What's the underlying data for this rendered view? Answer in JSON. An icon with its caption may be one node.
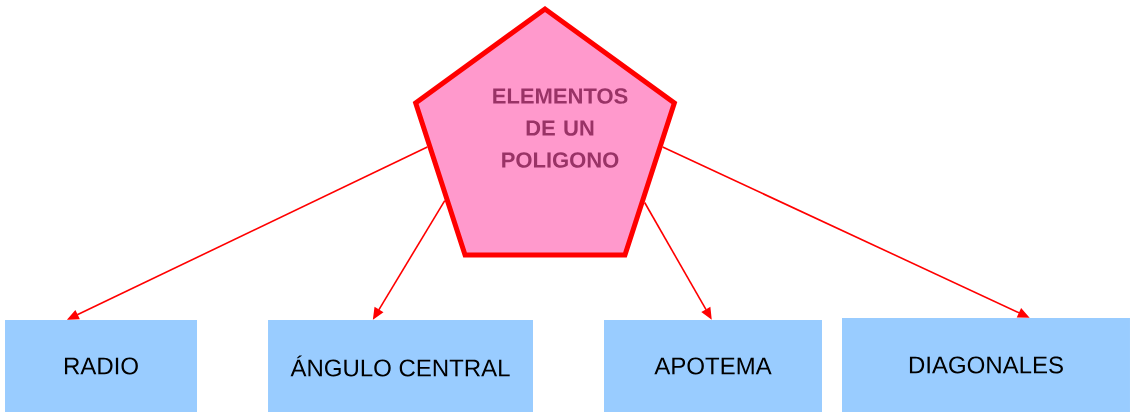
{
  "diagram": {
    "nodes": [
      {
        "text": [
          "ELEMENTOS DE UN POLIGONO"
        ]
      },
      {
        "text": [
          "RADIO"
        ]
      },
      {
        "text": [
          "ÁNGULO CENTRAL"
        ]
      },
      {
        "text": [
          "APOTEMA"
        ]
      },
      {
        "text": [
          "DIAGONALES"
        ]
      }
    ],
    "edges": [
      {
        "from": 0,
        "to": 1,
        "arrow": "to"
      },
      {
        "from": 0,
        "to": 2,
        "arrow": "to"
      },
      {
        "from": 0,
        "to": 3,
        "arrow": "to"
      },
      {
        "from": 0,
        "to": 4,
        "arrow": "to"
      }
    ]
  }
}
